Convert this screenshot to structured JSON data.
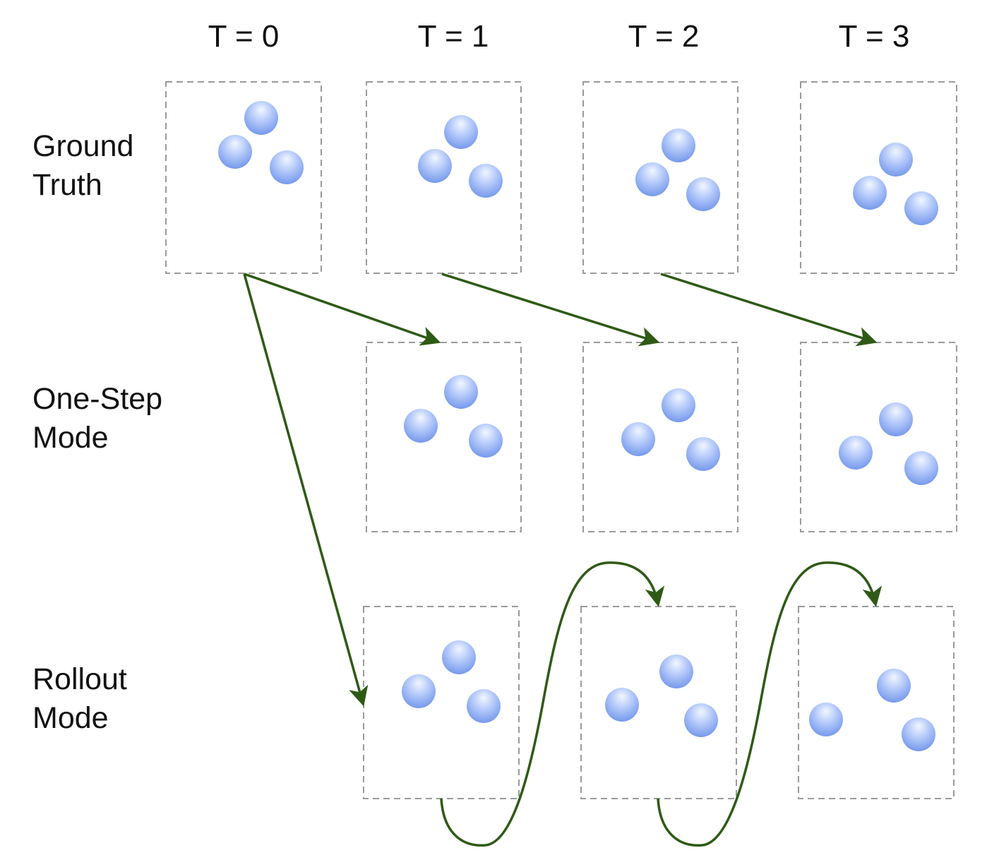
{
  "columns": [
    "T = 0",
    "T = 1",
    "T = 2",
    "T = 3"
  ],
  "rows": [
    {
      "line1": "Ground",
      "line2": "Truth"
    },
    {
      "line1": "One-Step",
      "line2": "Mode"
    },
    {
      "line1": "Rollout",
      "line2": "Mode"
    }
  ],
  "colors": {
    "ball_light": "#dbe6ff",
    "ball_dark": "#7a9ef0",
    "frame_border": "#9a9a9a",
    "arrow": "#2e5a15"
  },
  "icons": {
    "ball": "sphere",
    "frame": "dashed-rectangle",
    "arrow": "green-arrow"
  }
}
